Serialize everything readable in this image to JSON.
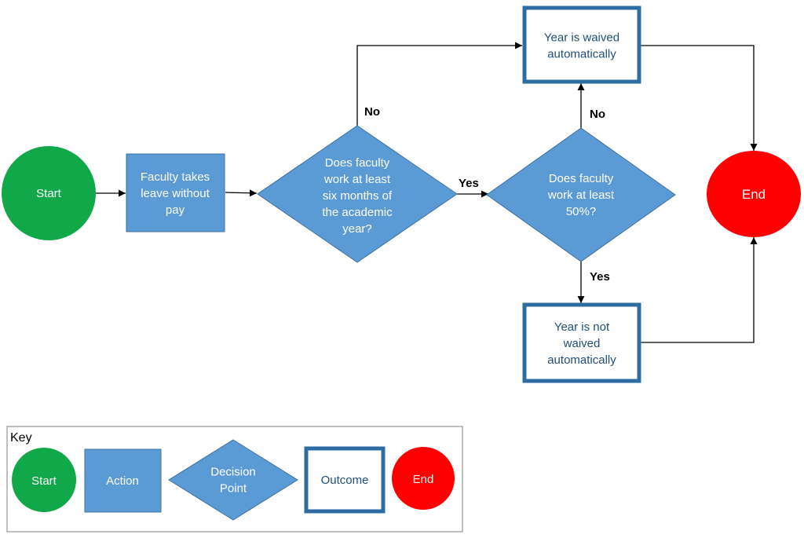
{
  "colors": {
    "start": "#11a84a",
    "end": "#ff0000",
    "action": "#5b9bd5",
    "action_border": "#41719c",
    "outcome_border": "#2e6da4",
    "outcome_text": "#1f4e79",
    "line": "#000000"
  },
  "nodes": {
    "start": [
      "Start"
    ],
    "action": [
      "Faculty takes",
      "leave without",
      "pay"
    ],
    "decision1": [
      "Does faculty",
      "work at least",
      "six months of",
      "the academic",
      "year?"
    ],
    "decision2": [
      "Does faculty",
      "work at least",
      "50%?"
    ],
    "outcome_waived": [
      "Year is waived",
      "automatically"
    ],
    "outcome_not_waived": [
      "Year is not",
      "waived",
      "automatically"
    ],
    "end": [
      "End"
    ]
  },
  "edges": {
    "d1_no": "No",
    "d1_yes": "Yes",
    "d2_no": "No",
    "d2_yes": "Yes"
  },
  "key": {
    "title": "Key",
    "start": [
      "Start"
    ],
    "action": [
      "Action"
    ],
    "decision": [
      "Decision",
      "Point"
    ],
    "outcome": [
      "Outcome"
    ],
    "end": [
      "End"
    ]
  }
}
